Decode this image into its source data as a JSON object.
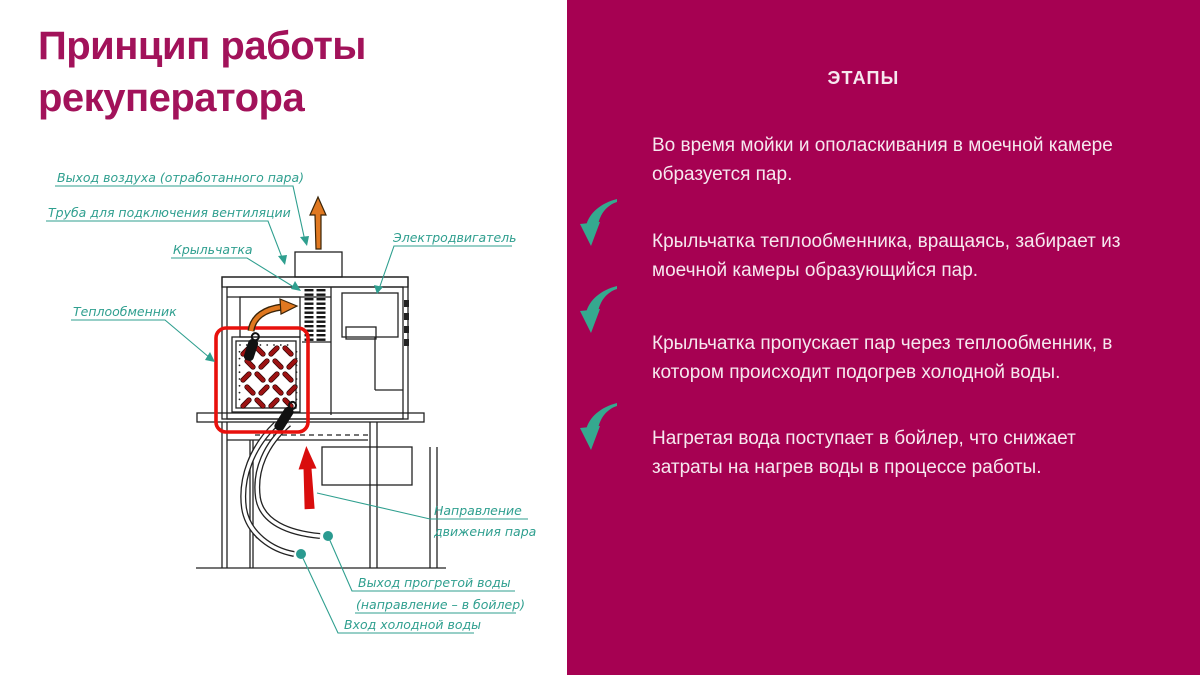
{
  "slide": {
    "title_line1": "Принцип работы",
    "title_line2": "рекуператора"
  },
  "panel": {
    "heading": "ЭТАПЫ",
    "steps": [
      {
        "line1": "Во время мойки и ополаскивания в моечной камере",
        "line2": "образуется пар."
      },
      {
        "line1": "Крыльчатка теплообменника, вращаясь, забирает из",
        "line2": "моечной камеры образующийся пар."
      },
      {
        "line1": "Крыльчатка пропускает пар через теплообменник, в",
        "line2": "котором происходит подогрев холодной воды."
      },
      {
        "line1": "Нагретая вода поступает в бойлер, что снижает",
        "line2": "затраты на нагрев воды в процессе работы."
      }
    ]
  },
  "diagram": {
    "labels": {
      "air_outlet": "Выход воздуха (отработанного пара)",
      "vent_pipe": "Труба для подключения вентиляции",
      "impeller": "Крыльчатка",
      "motor": "Электродвигатель",
      "heat_exchanger": "Теплообменник",
      "steam_direction_1": "Направление",
      "steam_direction_2": "движения пара",
      "warm_water_out_1": "Выход прогретой воды",
      "warm_water_out_2": "(направление – в бойлер)",
      "cold_water_in": "Вход холодной воды"
    }
  },
  "colors": {
    "panel_magenta": "#a60152",
    "title_crimson": "#a2125a",
    "teal_accent": "#35a98f",
    "teal_label": "#2f9f8f",
    "highlight_red": "#e8100c",
    "steam_red": "#d90d0d",
    "air_orange": "#e07820",
    "panel_text": "#f6e8ef"
  }
}
